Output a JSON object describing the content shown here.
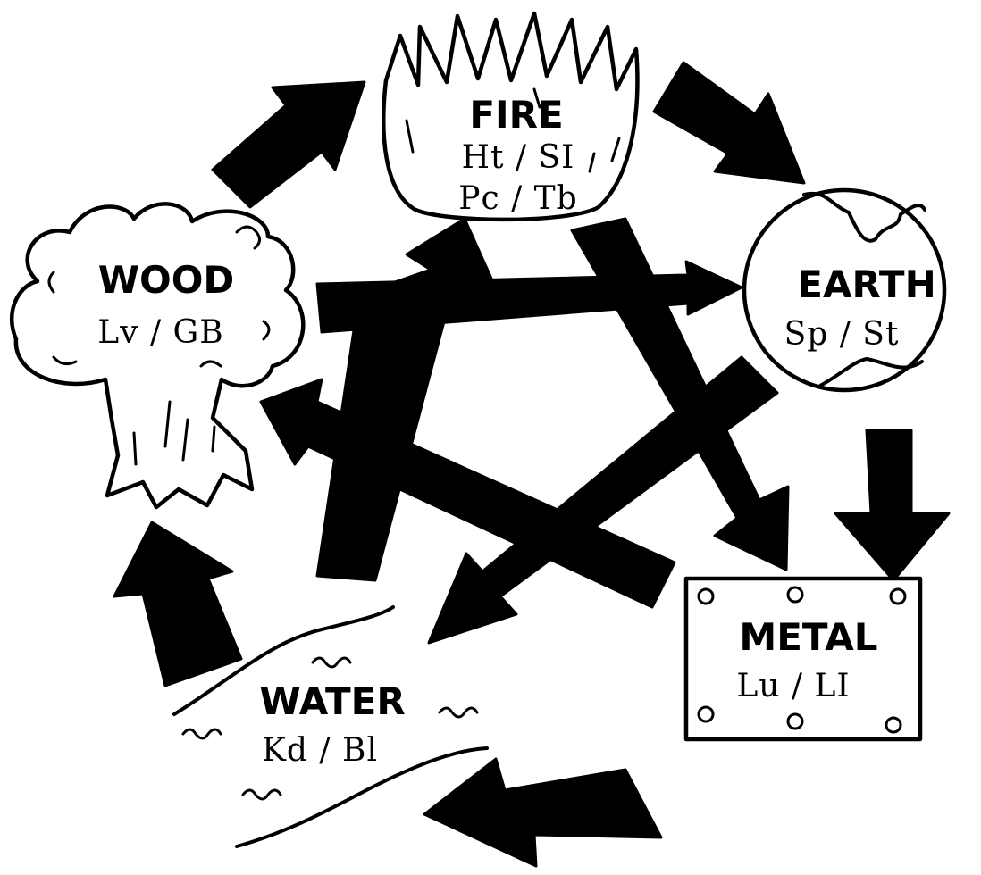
{
  "elements": {
    "fire": {
      "name": "FIRE",
      "organs_line1": "Ht / SI",
      "organs_line2": "Pc / Tb"
    },
    "earth": {
      "name": "EARTH",
      "organs": "Sp / St"
    },
    "metal": {
      "name": "METAL",
      "organs": "Lu / LI"
    },
    "water": {
      "name": "WATER",
      "organs": "Kd / Bl"
    },
    "wood": {
      "name": "WOOD",
      "organs": "Lv / GB"
    }
  }
}
